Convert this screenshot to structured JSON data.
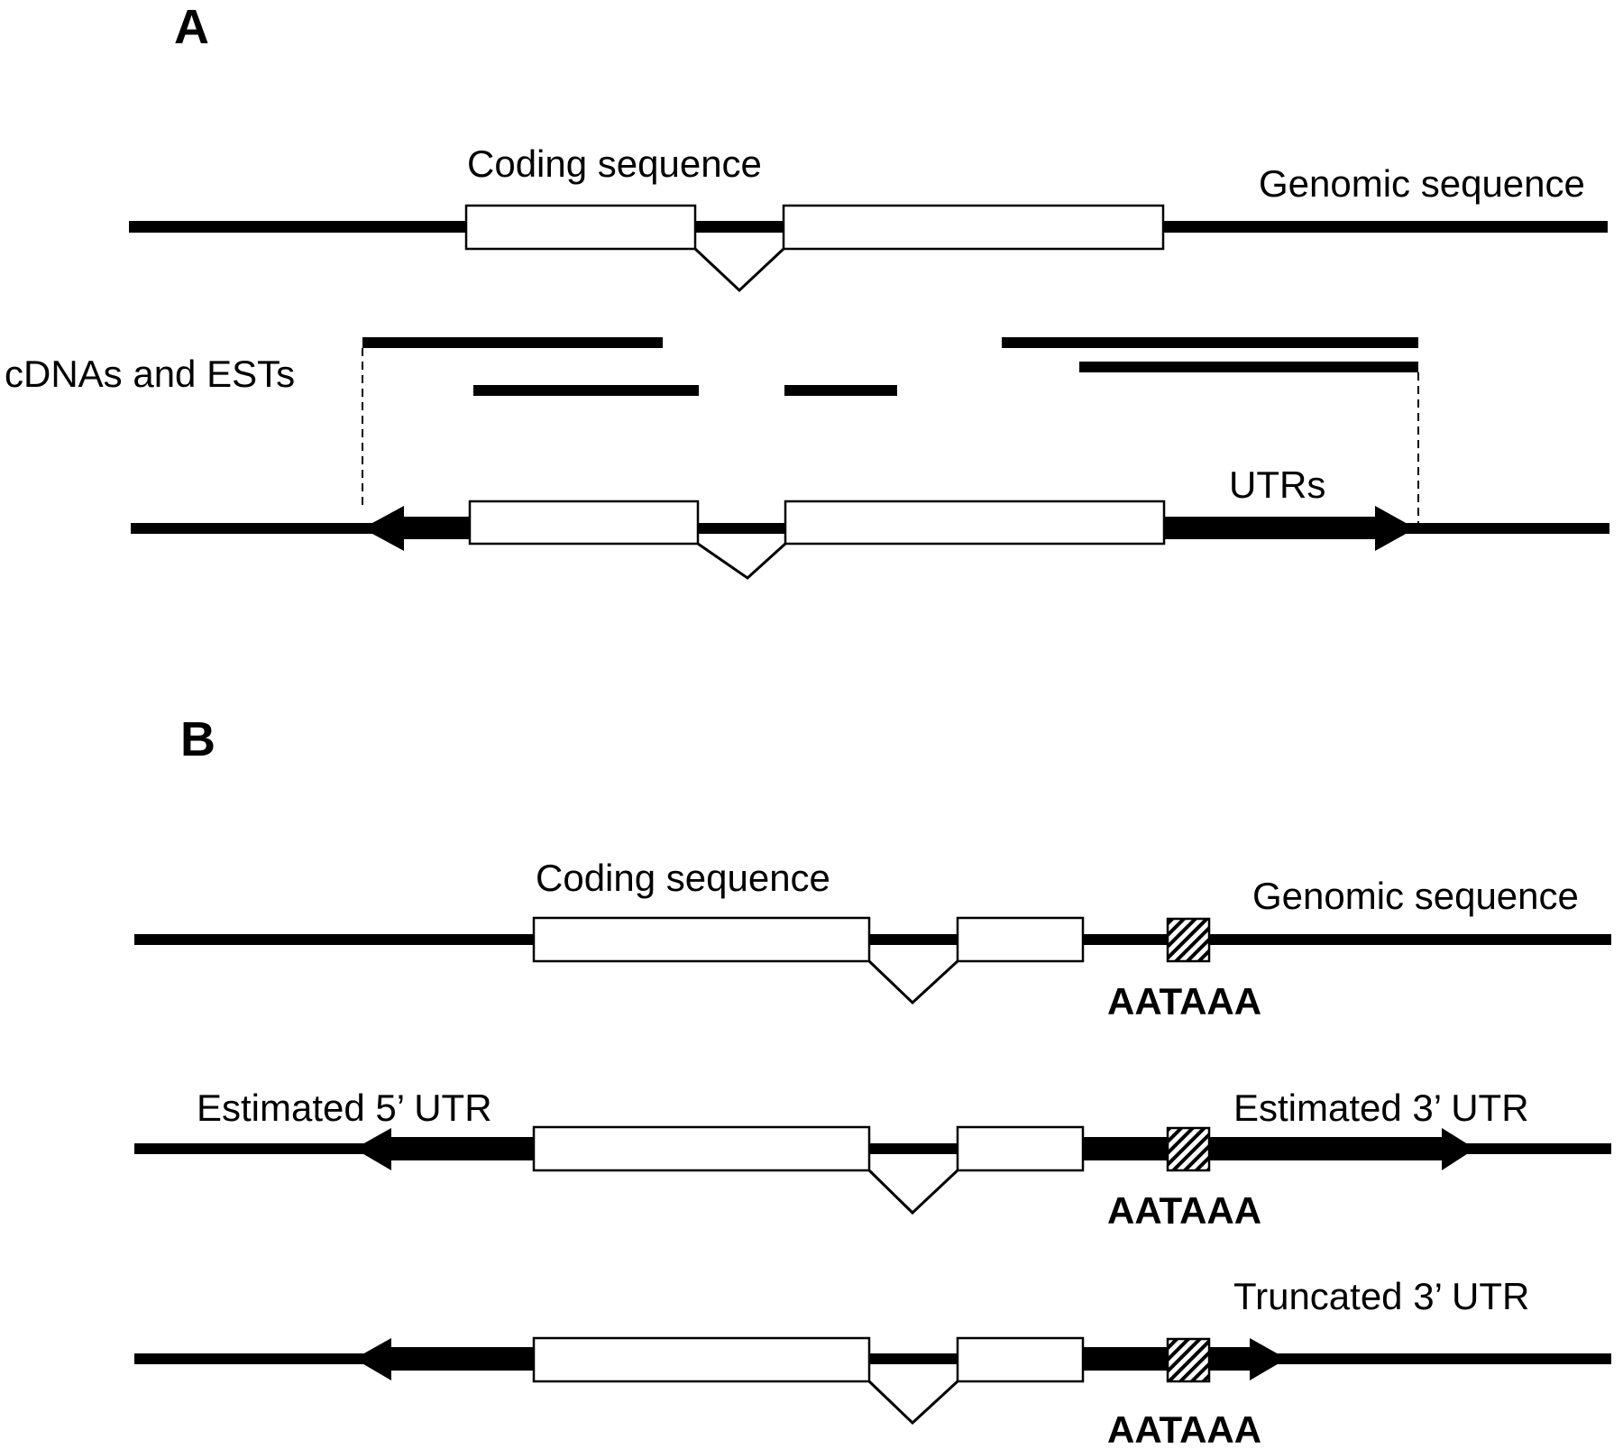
{
  "panels": {
    "a": {
      "letter": "A",
      "coding_label": "Coding sequence",
      "genomic_label": "Genomic sequence",
      "cdna_label": "cDNAs and ESTs",
      "utr_label": "UTRs"
    },
    "b": {
      "letter": "B",
      "coding_label": "Coding sequence",
      "genomic_label": "Genomic sequence",
      "est5_label": "Estimated 5’ UTR",
      "est3_label": "Estimated 3’ UTR",
      "trunc3_label": "Truncated 3’ UTR",
      "polya_labels": [
        "AATAAA",
        "AATAAA",
        "AATAAA"
      ]
    }
  }
}
